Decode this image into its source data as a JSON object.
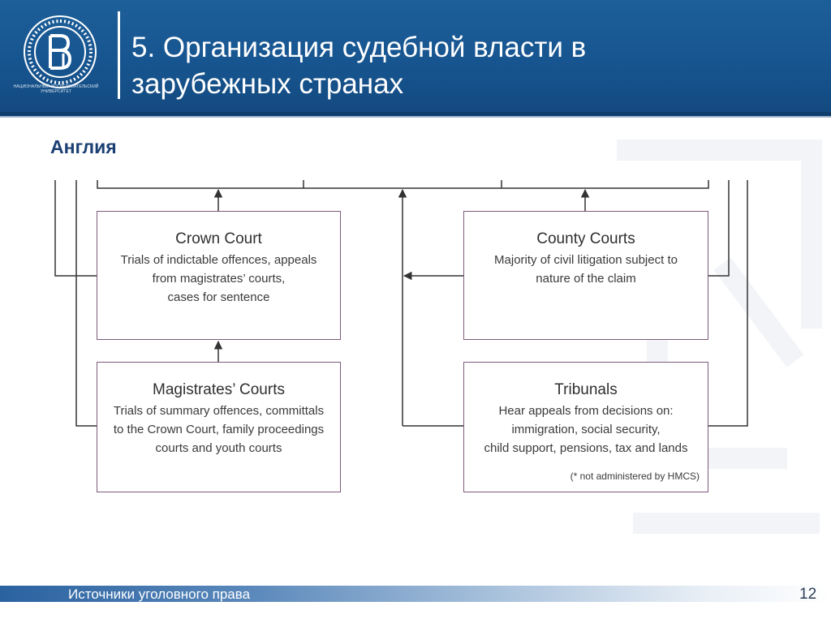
{
  "header": {
    "title_line1": "5. Организация судебной власти в",
    "title_line2": "зарубежных странах",
    "logo_caption_line1": "НАЦИОНАЛЬНЫЙ ИССЛЕДОВАТЕЛЬСКИЙ",
    "logo_caption_line2": "УНИВЕРСИТЕТ"
  },
  "country": "Англия",
  "courts": {
    "crown": {
      "name": "Crown Court",
      "desc": [
        "Trials of indictable offences, appeals",
        "from magistrates’ courts,",
        "cases for sentence"
      ]
    },
    "county": {
      "name": "County Courts",
      "desc": [
        "Majority of civil litigation subject to",
        "nature of the claim"
      ]
    },
    "magistrates": {
      "name": "Magistrates’ Courts",
      "desc": [
        "Trials of summary offences, committals",
        "to the Crown Court, family proceedings",
        "courts and youth courts"
      ]
    },
    "tribunals": {
      "name": "Tribunals",
      "desc": [
        "Hear appeals from decisions on:",
        "immigration, social security,",
        "child support, pensions, tax and lands"
      ],
      "note": "(* not administered by HMCS)"
    }
  },
  "footer": {
    "text": "Источники уголовного права",
    "page": "12"
  },
  "colors": {
    "header": "#175590",
    "box_border": "#7d5b7c",
    "country_text": "#1b3f73"
  }
}
